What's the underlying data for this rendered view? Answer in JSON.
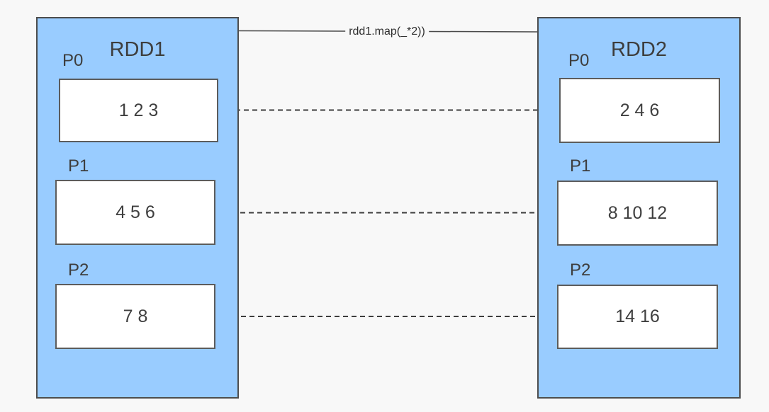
{
  "diagram": {
    "type": "spark-rdd-map-transformation",
    "edge": {
      "label": "rdd1.map(_*2))"
    },
    "rdd1": {
      "title": "RDD1",
      "partitions": [
        {
          "label": "P0",
          "values": "1 2 3"
        },
        {
          "label": "P1",
          "values": "4 5 6"
        },
        {
          "label": "P2",
          "values": "7 8"
        }
      ]
    },
    "rdd2": {
      "title": "RDD2",
      "partitions": [
        {
          "label": "P0",
          "values": "2 4 6"
        },
        {
          "label": "P1",
          "values": "8 10 12"
        },
        {
          "label": "P2",
          "values": "14 16"
        }
      ]
    },
    "colors": {
      "canvas_background": "#f8f8f8",
      "container_fill": "#99ccff",
      "container_border": "#4d4d4d",
      "partition_fill": "#ffffff",
      "partition_border": "#5c5c5c",
      "arrow": "#333333",
      "text": "#3d3d3d"
    }
  }
}
